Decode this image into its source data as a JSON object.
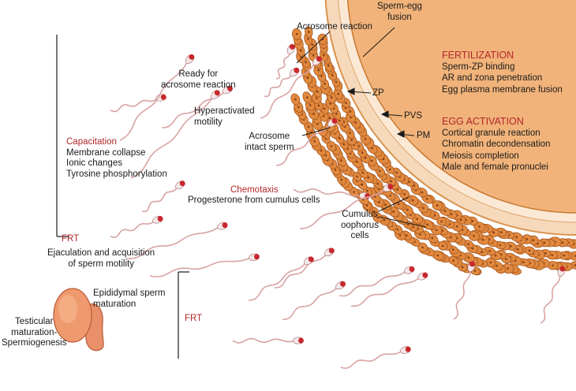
{
  "labels": {
    "sperm_egg_fusion": "Sperm-egg\nfusion",
    "acrosome_reaction": "Acrosome reaction",
    "ready_for_acrosome_reaction": "Ready for\nacrosome reaction",
    "hyperactivated_motility": "Hyperactivated\nmotility",
    "acrosome_intact_sperm": "Acrosome\nintact sperm",
    "zp": "ZP",
    "pvs": "PVS",
    "pm": "PM",
    "chemotaxis": "Chemotaxis",
    "progesterone": "Progesterone from cumulus cells",
    "cumulus_oophorus_cells": "Cumulus\noophorus\ncells",
    "frt_upper": "FRT",
    "ejaculation": "Ejaculation and acquisition\nof sperm motility",
    "epididymal": "Epididymal sperm\nmaturation",
    "testicular": "Testicular\nmaturation-\nSpermiogenesis",
    "frt_lower": "FRT"
  },
  "capacitation": {
    "title": "Capacitation",
    "items": [
      "Membrane collapse",
      "Ionic changes",
      "Tyrosine phosphorylation"
    ]
  },
  "fertilization": {
    "title": "FERTILIZATION",
    "items": [
      "Sperm-ZP binding",
      "AR and zona penetration",
      "Egg plasma membrane fusion"
    ]
  },
  "egg_activation": {
    "title": "EGG ACTIVATION",
    "items": [
      "Cortical granule reaction",
      "Chromatin decondensation",
      "Meiosis completion",
      "Male and female pronuclei"
    ]
  },
  "colors": {
    "egg_fill": "#f1b37a",
    "zona": "#f6d9bb",
    "cumulus": "#e0893f",
    "sperm_tail": "#d9a3a3",
    "sperm_tip": "#c8282d",
    "label_red": "#b3262b"
  }
}
